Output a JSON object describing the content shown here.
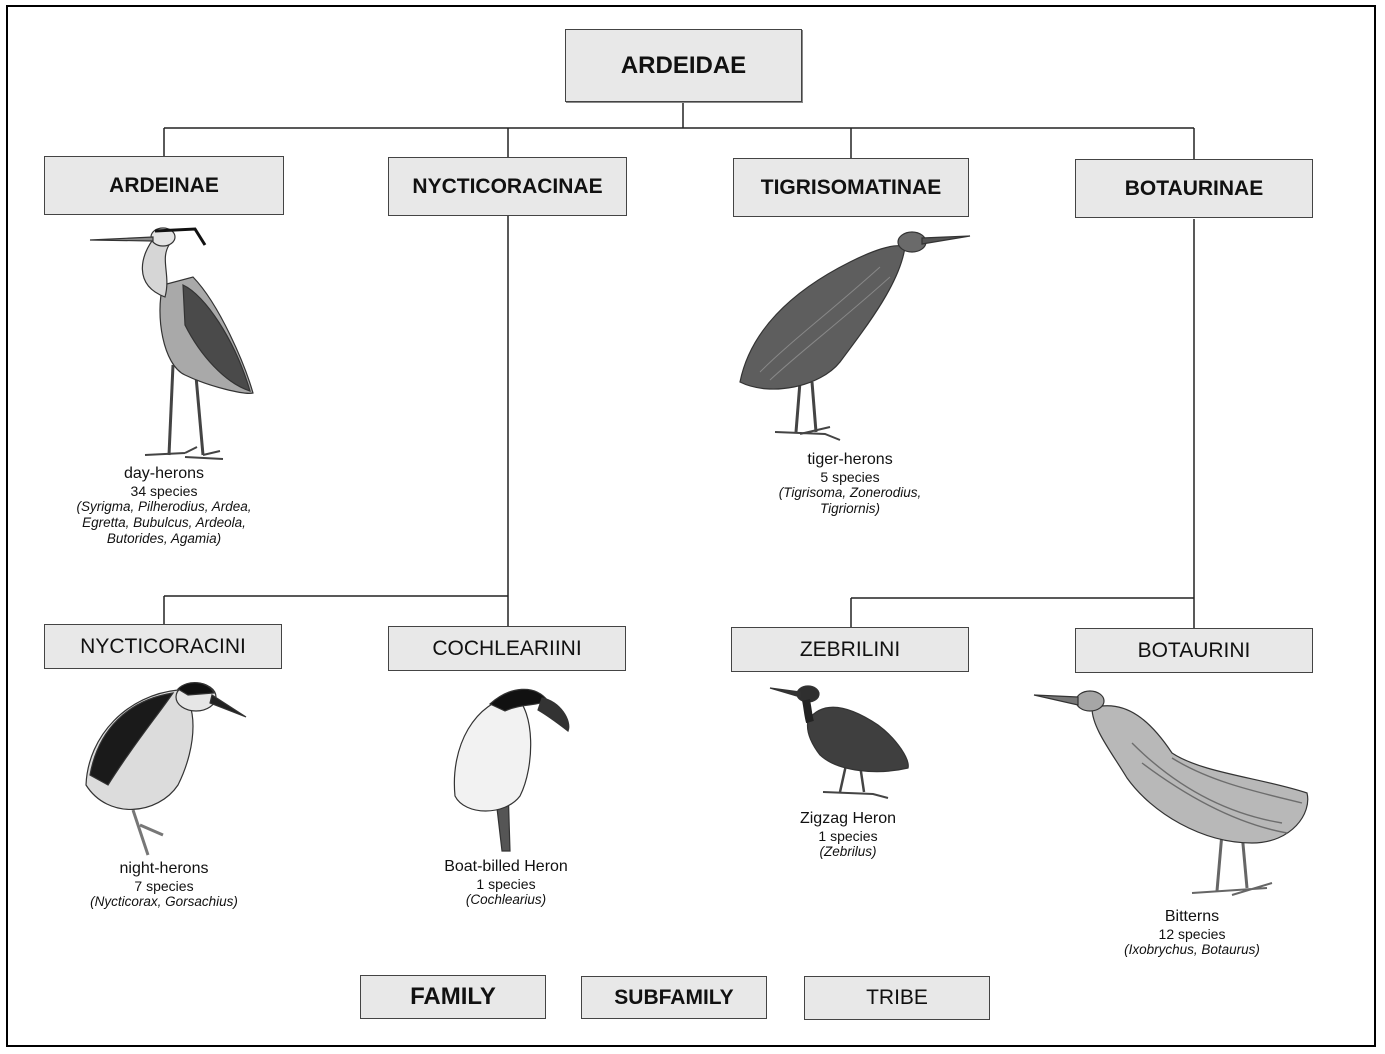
{
  "family": {
    "label": "ARDEIDAE"
  },
  "subfamilies": [
    {
      "label": "ARDEINAE"
    },
    {
      "label": "NYCTICORACINAE"
    },
    {
      "label": "TIGRISOMATINAE"
    },
    {
      "label": "BOTAURINAE"
    }
  ],
  "tribes": [
    {
      "label": "NYCTICORACINI"
    },
    {
      "label": "COCHLEARIINI"
    },
    {
      "label": "ZEBRILINI"
    },
    {
      "label": "BOTAURINI"
    }
  ],
  "groups": {
    "day_herons": {
      "common": "day-herons",
      "count": "34 species",
      "genera_1": "(Syrigma, Pilherodius, Ardea,",
      "genera_2": "Egretta, Bubulcus, Ardeola,",
      "genera_3": "Butorides, Agamia)"
    },
    "tiger_herons": {
      "common": "tiger-herons",
      "count": "5 species",
      "genera_1": "(Tigrisoma, Zonerodius,",
      "genera_2": "Tigriornis)"
    },
    "night_herons": {
      "common": "night-herons",
      "count": "7 species",
      "genera_1": "(Nycticorax, Gorsachius)"
    },
    "boat_billed": {
      "common": "Boat-billed Heron",
      "count": "1 species",
      "genera_1": "(Cochlearius)"
    },
    "zigzag": {
      "common": "Zigzag Heron",
      "count": "1 species",
      "genera_1": "(Zebrilus)"
    },
    "bitterns": {
      "common": "Bitterns",
      "count": "12 species",
      "genera_1": "(Ixobrychus, Botaurus)"
    }
  },
  "legend": {
    "family": "FAMILY",
    "subfamily": "SUBFAMILY",
    "tribe": "TRIBE"
  }
}
